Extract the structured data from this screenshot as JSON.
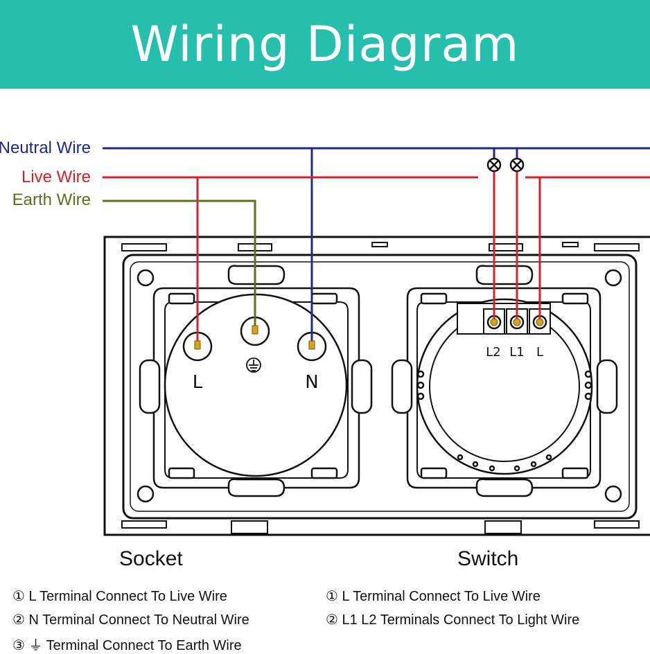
{
  "header": {
    "title": "Wiring Diagram"
  },
  "wires": {
    "neutral": "Neutral Wire",
    "live": "Live Wire",
    "earth": "Earth Wire"
  },
  "socket": {
    "label": "Socket",
    "terminal_l": "L",
    "terminal_n": "N",
    "terminal_earth": "⏚"
  },
  "switch": {
    "label": "Switch",
    "terminal_l2": "L2",
    "terminal_l1": "L1",
    "terminal_l": "L"
  },
  "notes": {
    "socket": [
      "① L Terminal Connect To Live Wire",
      "② N Terminal Connect To Neutral Wire",
      "③ ⏚ Terminal Connect To Earth Wire"
    ],
    "switch": [
      "① L Terminal Connect To Live Wire",
      "② L1 L2 Terminals Connect To Light Wire"
    ]
  },
  "colors": {
    "header_bg": "#26bfae",
    "neutral": "#1f2a86",
    "live": "#d6202a",
    "earth": "#5e6e1a"
  }
}
